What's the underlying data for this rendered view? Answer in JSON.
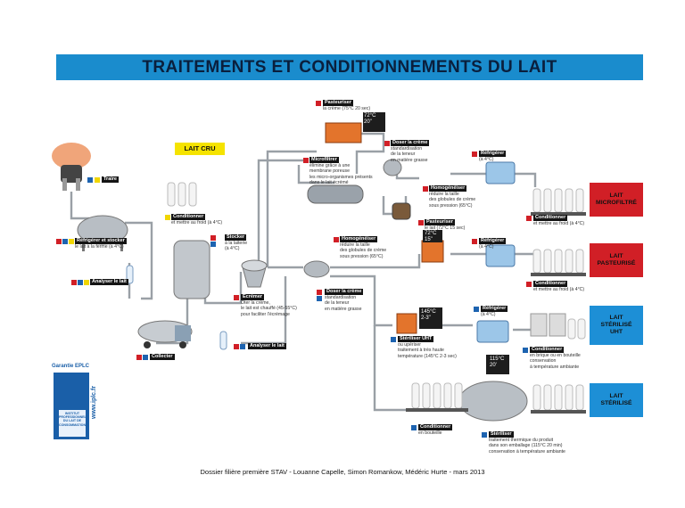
{
  "title": "TRAITEMENTS ET CONDITIONNEMENTS DU LAIT",
  "lait_cru": "LAIT CRU",
  "side_labels": [
    {
      "id": "microfiltre",
      "text": "LAIT\nMICROFILTRÉ",
      "color": "#d11f26"
    },
    {
      "id": "pasteurise",
      "text": "LAIT\nPASTEURISÉ",
      "color": "#d11f26"
    },
    {
      "id": "uht",
      "text": "LAIT\nSTÉRILISÉ\nUHT",
      "color": "#1d8fd6"
    },
    {
      "id": "sterilise",
      "text": "LAIT\nSTÉRILISÉ",
      "color": "#1d8fd6"
    }
  ],
  "steps": {
    "traire": {
      "title": "Traire",
      "desc": ""
    },
    "refrigerer_stocker": {
      "title": "Réfrigérer et stocker",
      "desc": "le lait à la ferme (à 4°C)"
    },
    "analyser_1": {
      "title": "Analyser le lait",
      "desc": ""
    },
    "collecter": {
      "title": "Collecter",
      "desc": ""
    },
    "conditionner_cru": {
      "title": "Conditionner",
      "desc": "et mettre au froid (à 4°C)"
    },
    "stocker": {
      "title": "Stocker",
      "desc": "à la laiterie\n(à 4°C)"
    },
    "ecremer": {
      "title": "Écrémer",
      "desc": "Ôter la crème,\nle lait est chauffé (45-55°C)\npour faciliter l'écrémage"
    },
    "analyser_2": {
      "title": "Analyser le lait",
      "desc": ""
    },
    "pasteuriser_creme": {
      "title": "Pasteuriser",
      "desc": "la crème (75°C 20 sec)"
    },
    "microfiltrer": {
      "title": "Microfiltrer",
      "desc": "élimine grâce à une\nmembrane poreuse\nles micro-organismes présents\ndans le lait écrémé"
    },
    "doser_creme_1": {
      "title": "Doser la crème",
      "desc": "standardisation\nde la teneur\nen matière grasse"
    },
    "refrigerer_1": {
      "title": "Réfrigérer",
      "desc": "(à 4°C)"
    },
    "homogeneiser_1": {
      "title": "Homogénéiser",
      "desc": "réduire la taille\ndes globules de crème\nsous pression (65°C)"
    },
    "conditionner_1": {
      "title": "Conditionner",
      "desc": "et mettre au froid (à 4°C)"
    },
    "pasteuriser_lait": {
      "title": "Pasteuriser",
      "desc": "le lait (72°C 15 sec)"
    },
    "homogeneiser_2": {
      "title": "Homogénéiser",
      "desc": "réduire la taille\ndes globules de crème\nsous pression (65°C)"
    },
    "refrigerer_2": {
      "title": "Réfrigérer",
      "desc": "(à 4°C)"
    },
    "conditionner_2": {
      "title": "Conditionner",
      "desc": "et mettre au froid (à 4°C)"
    },
    "doser_creme_2": {
      "title": "Doser la crème",
      "desc": "standardisation\nde la teneur\nen matière grasse"
    },
    "refrigerer_3": {
      "title": "Réfrigérer",
      "desc": "(à 4°C)"
    },
    "steriliser_uht": {
      "title": "Stériliser UHT",
      "desc": "ou upériser\ntraitement à très haute\ntempérature (145°C 2-3 sec)"
    },
    "conditionner_uht": {
      "title": "Conditionner",
      "desc": "en brique ou en bouteille\nconservation\nà température ambiante"
    },
    "conditionner_bouteille": {
      "title": "Conditionner",
      "desc": "en bouteille"
    },
    "steriliser": {
      "title": "Stériliser",
      "desc": "traitement thermique du produit\ndans son emballage (115°C 20 min)\nconservation à température ambiante"
    }
  },
  "displays": {
    "d1": [
      "72°C",
      "20\""
    ],
    "d2": [
      "72°C",
      "15\""
    ],
    "d3": [
      "145°C",
      "2-3\""
    ],
    "d4": [
      "115°C",
      "20'"
    ]
  },
  "logo": {
    "line1": "Garantie EPLC",
    "line2": "www.iplc.fr",
    "line3": "INSTITUT\nPROFESSIONNEL\nDU LAIT DE\nCONSOMMATION"
  },
  "footer": "Dossier filière première STAV - Louanne Capelle, Simon Romankow, Médéric Hurte - mars 2013",
  "colors": {
    "banner": "#1a8ccd",
    "red": "#d11f26",
    "blue": "#1d63b0",
    "yellow": "#f1d600",
    "pipe": "#9aa0a6"
  }
}
